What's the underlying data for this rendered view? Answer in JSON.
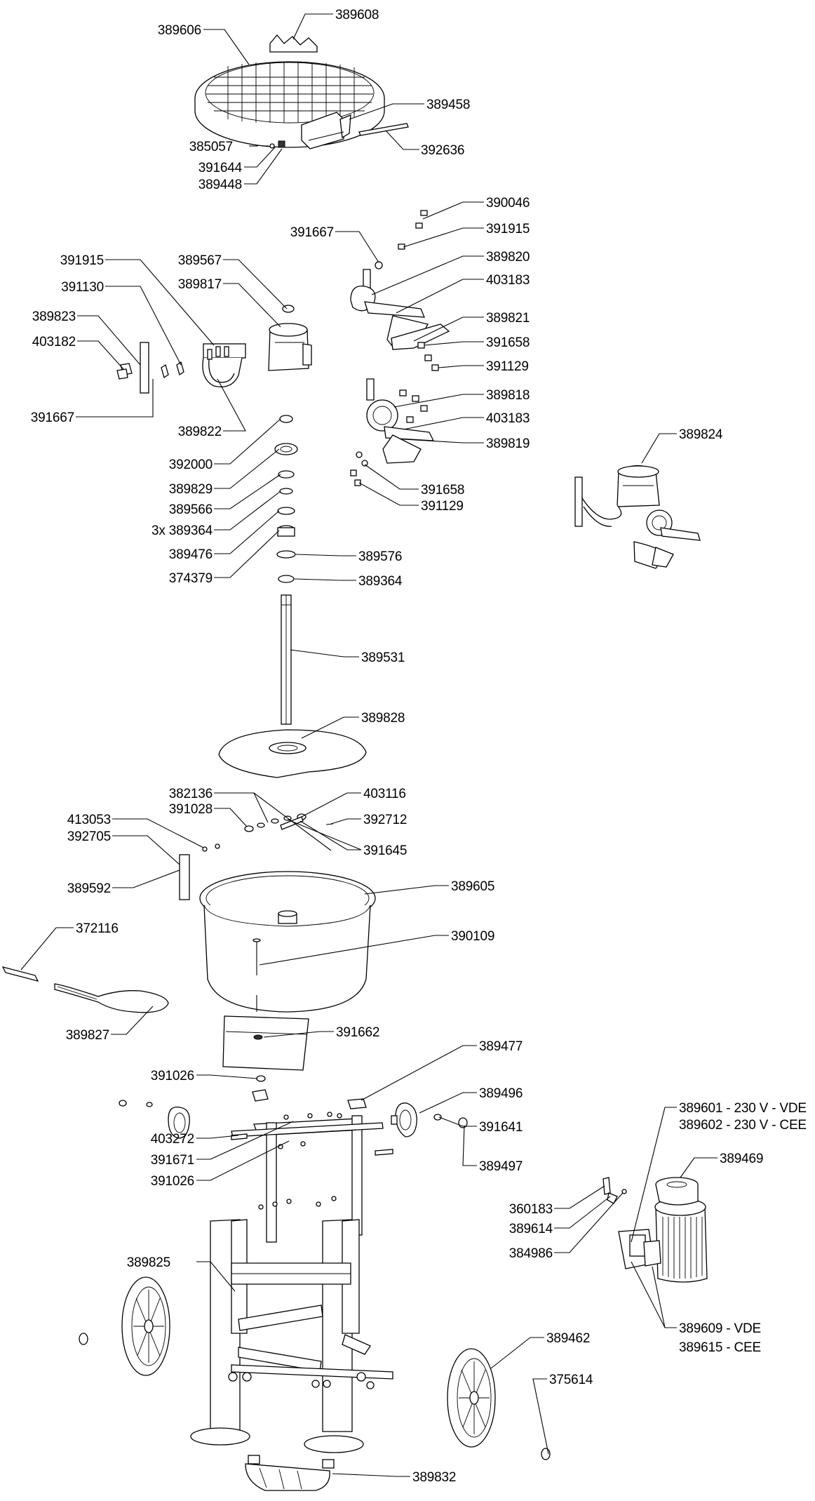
{
  "labels": {
    "l389608": "389608",
    "l389606": "389606",
    "l389458": "389458",
    "l385057": "385057",
    "l391644": "391644",
    "l389448": "389448",
    "l392636": "392636",
    "l390046": "390046",
    "l391667a": "391667",
    "l391915a": "391915",
    "l389820": "389820",
    "l403183a": "403183",
    "l389821": "389821",
    "l391658a": "391658",
    "l391129a": "391129",
    "l389818": "389818",
    "l403183b": "403183",
    "l389819": "389819",
    "l391658b": "391658",
    "l391129b": "391129",
    "l389824": "389824",
    "l391915b": "391915",
    "l391130": "391130",
    "l389823": "389823",
    "l403182": "403182",
    "l391667b": "391667",
    "l389567": "389567",
    "l389817": "389817",
    "l389822": "389822",
    "l392000": "392000",
    "l389829": "389829",
    "l389566": "389566",
    "l389364a": "3x 389364",
    "l389476": "389476",
    "l374379": "374379",
    "l389576": "389576",
    "l389364b": "389364",
    "l389531": "389531",
    "l389828": "389828",
    "l382136": "382136",
    "l391028": "391028",
    "l403116": "403116",
    "l413053": "413053",
    "l392705": "392705",
    "l392712": "392712",
    "l391645": "391645",
    "l389592": "389592",
    "l389605": "389605",
    "l372116": "372116",
    "l390109": "390109",
    "l389827": "389827",
    "l391662": "391662",
    "l391026a": "391026",
    "l389477": "389477",
    "l389496": "389496",
    "l391641": "391641",
    "l403272": "403272",
    "l391671": "391671",
    "l391026b": "391026",
    "l389497": "389497",
    "l389601": "389601 - 230 V - VDE",
    "l389602": "389602 - 230 V -  CEE",
    "l389469": "389469",
    "l360183": "360183",
    "l389614": "389614",
    "l384986": "384986",
    "l389825": "389825",
    "l389609": "389609 - VDE",
    "l389615": "389615 - CEE",
    "l389462": "389462",
    "l375614": "375614",
    "l389832": "389832"
  }
}
